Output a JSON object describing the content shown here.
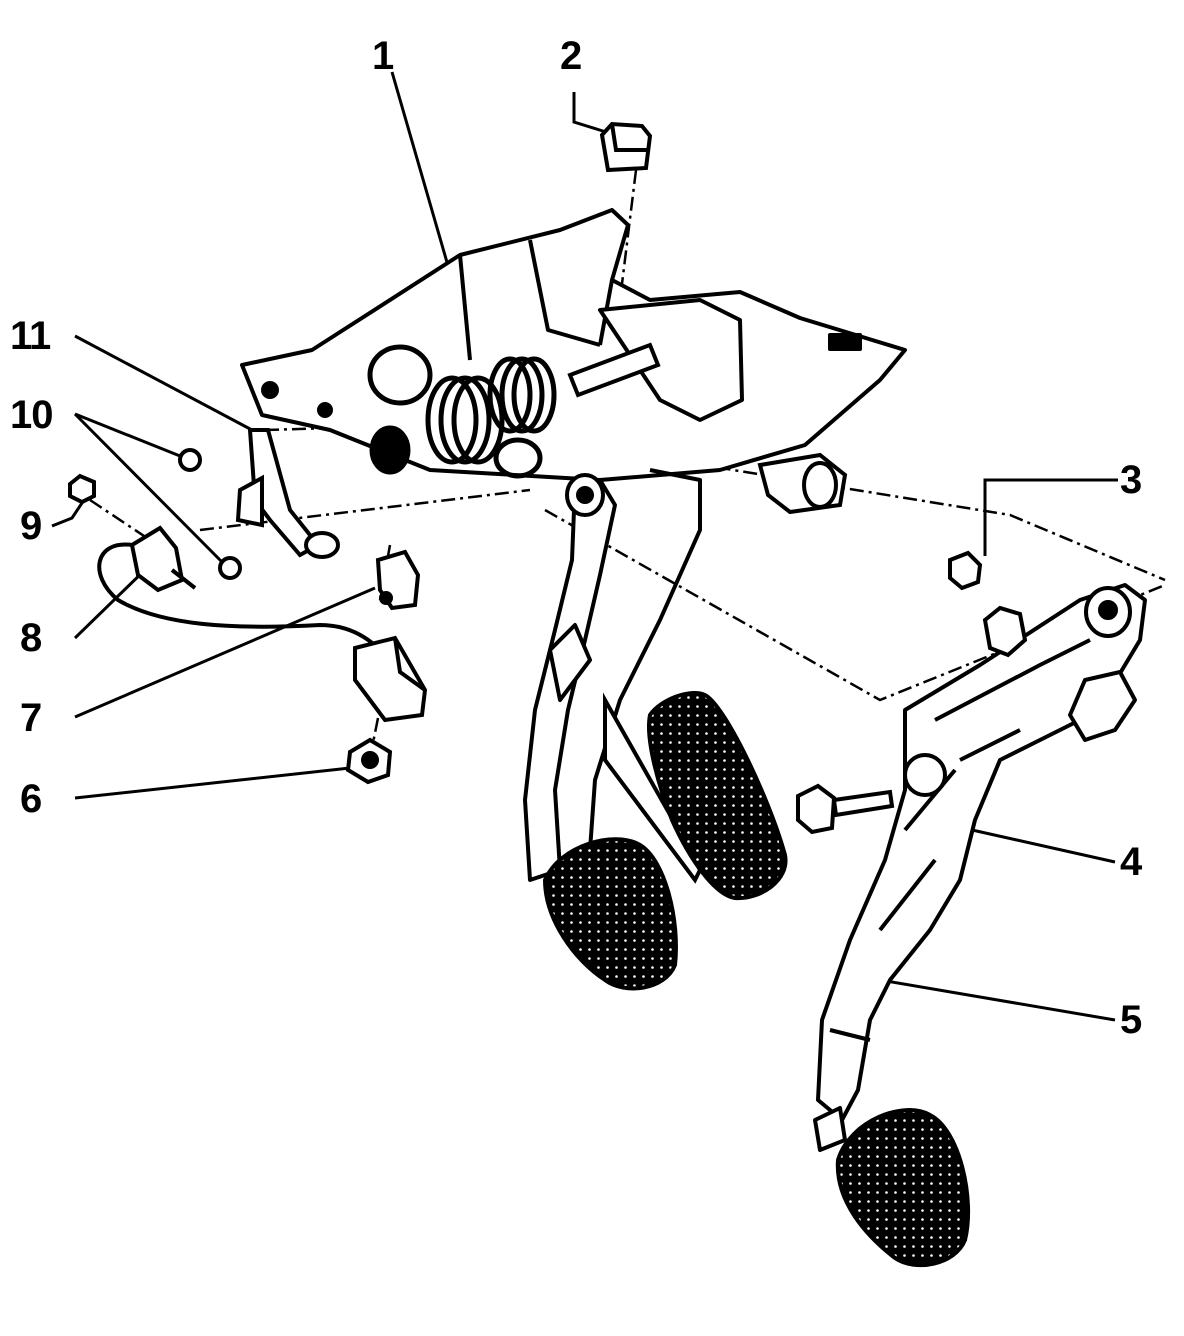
{
  "diagram": {
    "kind": "exploded-parts-diagram",
    "subject": "pedal assembly",
    "ink_color": "#000000",
    "background_color": "#ffffff",
    "callouts": [
      {
        "id": "c1",
        "label": "1"
      },
      {
        "id": "c2",
        "label": "2"
      },
      {
        "id": "c3",
        "label": "3"
      },
      {
        "id": "c4",
        "label": "4"
      },
      {
        "id": "c5",
        "label": "5"
      },
      {
        "id": "c6",
        "label": "6"
      },
      {
        "id": "c7",
        "label": "7"
      },
      {
        "id": "c8",
        "label": "8"
      },
      {
        "id": "c9",
        "label": "9"
      },
      {
        "id": "c10",
        "label": "10"
      },
      {
        "id": "c11",
        "label": "11"
      }
    ]
  }
}
